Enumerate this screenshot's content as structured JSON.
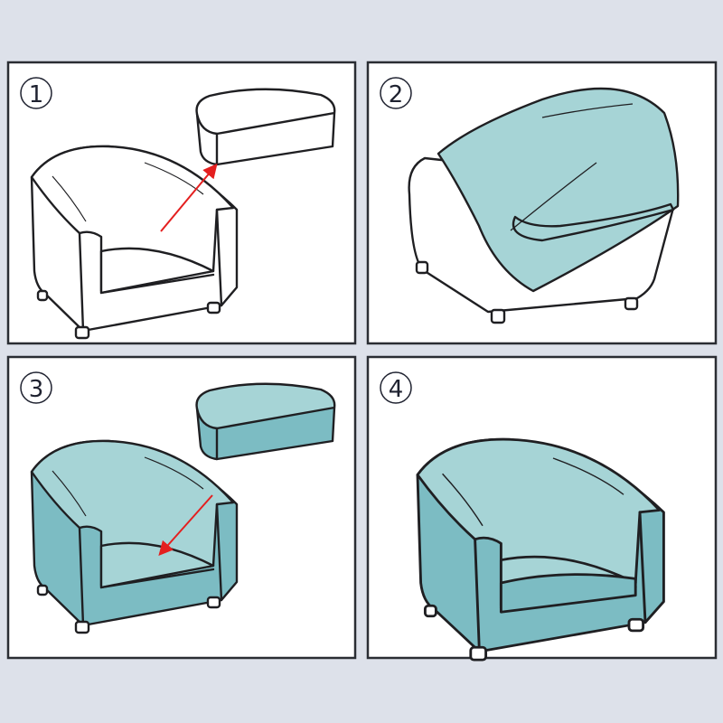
{
  "steps": [
    {
      "number": "1"
    },
    {
      "number": "2"
    },
    {
      "number": "3"
    },
    {
      "number": "4"
    }
  ],
  "colors": {
    "background": "#dde1ea",
    "cover_light": "#a6d4d6",
    "cover_dark": "#7cbcc3",
    "arrow": "#e41f1f",
    "outline": "#1f1f22"
  }
}
